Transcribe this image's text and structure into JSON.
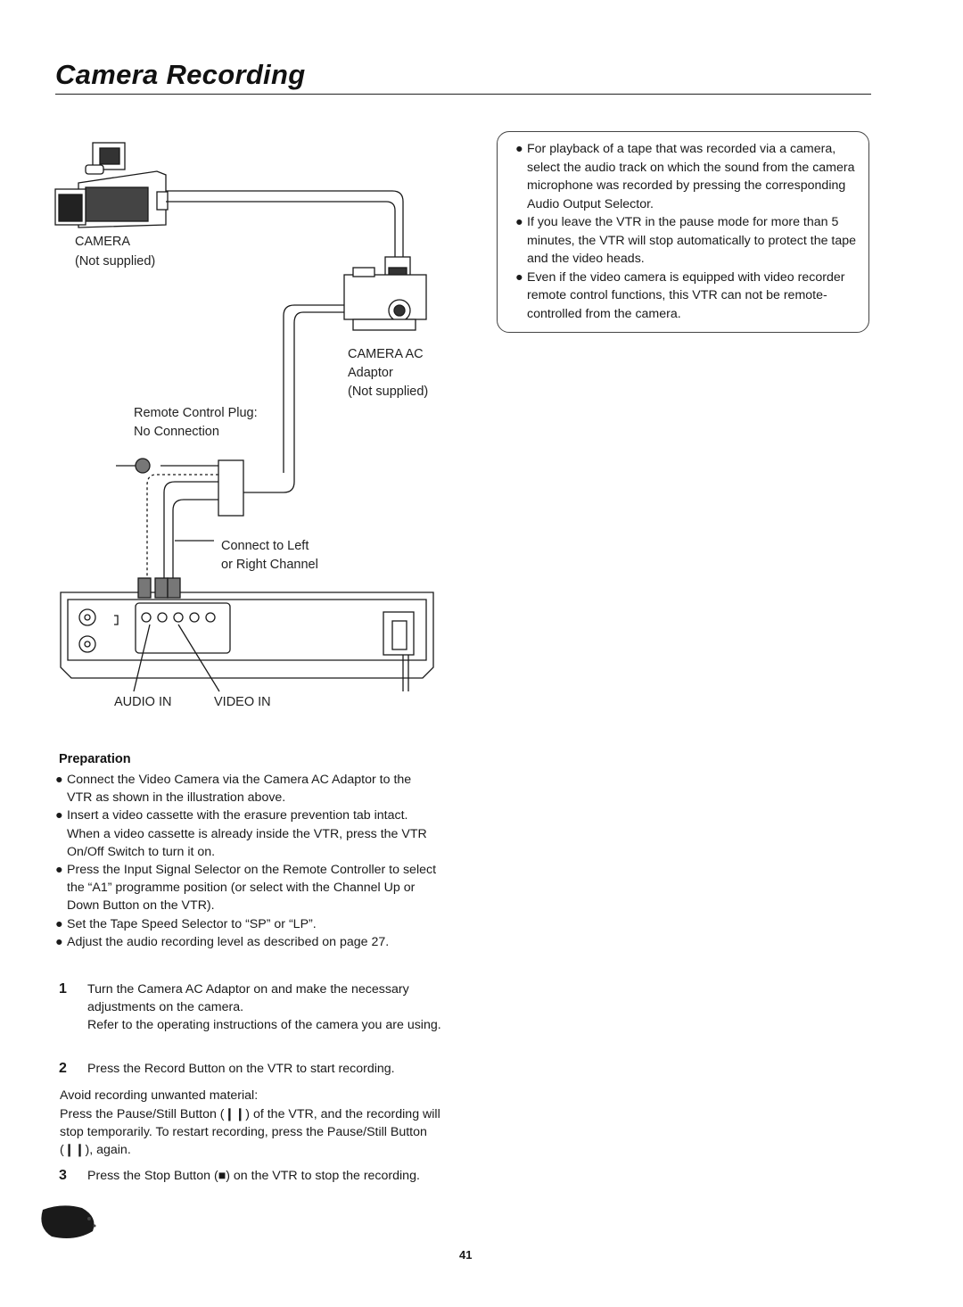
{
  "page": {
    "title": "Camera Recording",
    "page_number": "41"
  },
  "notes": [
    "For playback of a tape that was recorded via a camera, select the audio track on which the sound from the camera microphone was recorded by pressing the corresponding Audio Output Selector.",
    "If you leave the VTR in the pause mode for more than 5 minutes, the VTR will stop automatically to protect the tape and the video heads.",
    "Even if the video camera is equipped with video recorder remote control functions, this VTR can not be remote-controlled from the camera."
  ],
  "diagram": {
    "camera_label": "CAMERA",
    "camera_note": "(Not supplied)",
    "adaptor_label": "CAMERA AC",
    "adaptor_label_2": "Adaptor",
    "adaptor_note": "(Not supplied)",
    "remote_plug_label": "Remote Control Plug:",
    "remote_plug_note": "No Connection",
    "connect_label": "Connect to Left",
    "connect_label_2": "or Right Channel",
    "audio_in_label": "AUDIO IN",
    "video_in_label": "VIDEO IN"
  },
  "preparation": {
    "heading": "Preparation",
    "items": [
      "Connect the Video Camera via the Camera AC Adaptor to the VTR as shown in the illustration above.",
      "Insert a video cassette with the erasure prevention tab intact.",
      "Press the Input Signal Selector on the Remote Controller to select the “A1” programme position (or select with the Channel Up or Down Button on the VTR).",
      "Set the Tape Speed Selector to “SP” or “LP”.",
      "Adjust the audio recording level as described on page 27."
    ],
    "insert_followup": "When a video cassette is already inside the VTR, press the VTR On/Off Switch to turn it on."
  },
  "steps": [
    {
      "number": "1",
      "text": "Turn the Camera AC Adaptor on and make the necessary adjustments on the camera.",
      "sub": "Refer to the operating instructions of the camera you are using."
    },
    {
      "number": "2",
      "text": "Press the Record Button on the VTR to start recording."
    },
    {
      "number": "3",
      "text": "Press the Stop Button (■) on the VTR to stop the recording."
    }
  ],
  "avoid": {
    "heading": "Avoid recording unwanted material:",
    "text": "Press the Pause/Still Button (❙❙) of the VTR, and the recording will stop temporarily. To restart recording, press the Pause/Still Button (❙❙), again."
  },
  "bullet_glyph": "●"
}
